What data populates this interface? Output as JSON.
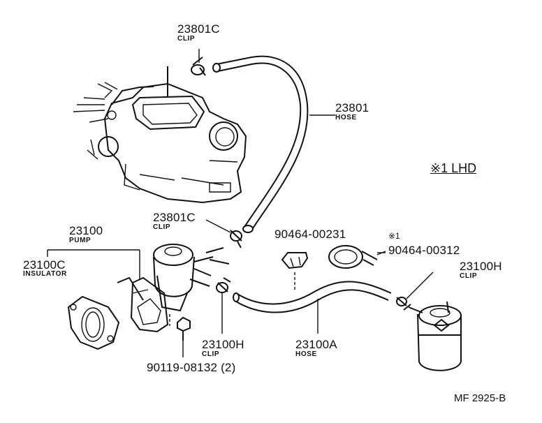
{
  "parts": [
    {
      "number": "23801C",
      "name": "CLIP"
    },
    {
      "number": "23801",
      "name": "HOSE"
    },
    {
      "number": "23801C",
      "name": "CLIP"
    },
    {
      "number": "23100",
      "name": "PUMP"
    },
    {
      "number": "23100C",
      "name": "INSULATOR"
    },
    {
      "number": "90464-00231",
      "name": ""
    },
    {
      "number": "90464-00312",
      "name": ""
    },
    {
      "number": "23100H",
      "name": "CLIP"
    },
    {
      "number": "23100H",
      "name": "CLIP"
    },
    {
      "number": "23100A",
      "name": "HOSE"
    },
    {
      "number": "90119-08132 (2)",
      "name": ""
    }
  ],
  "note_marker": "※1",
  "note": "※1 LHD",
  "reference": "MF 2925-B"
}
